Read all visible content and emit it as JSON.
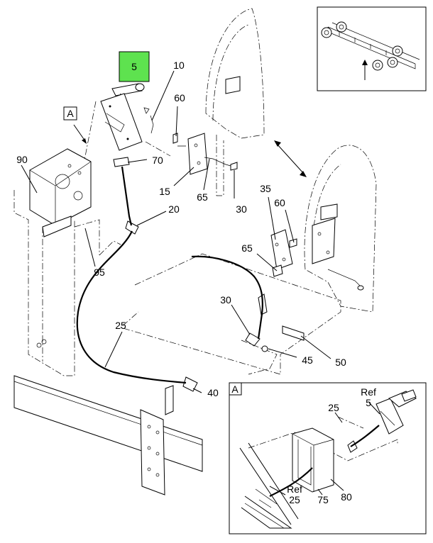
{
  "highlight_color": "#5ee24f",
  "view_marker": "A",
  "callouts": {
    "p5": "5",
    "p10": "10",
    "p60a": "60",
    "p70": "70",
    "p90": "90",
    "p15": "15",
    "p65a": "65",
    "p30a": "30",
    "p20": "20",
    "p35": "35",
    "p60b": "60",
    "p65b": "65",
    "p95": "95",
    "p30b": "30",
    "p25": "25",
    "p45": "45",
    "p50": "50",
    "p40": "40"
  },
  "detail": {
    "title": "A",
    "p25": "25",
    "ref_top": "Ref",
    "p5": "5",
    "ref_bottom": "Ref",
    "p25b": "25",
    "p75": "75",
    "p80": "80"
  }
}
